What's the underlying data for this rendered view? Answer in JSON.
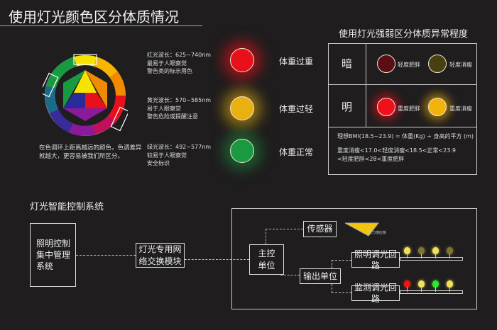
{
  "title": "使用灯光颜色区分体质情况",
  "color_wheel": {
    "caption": "在色调环上距离越远的颜色，色调差异\n就越大，更容易被我们所区分。"
  },
  "lights": [
    {
      "desc": "红光波长：625~740nm\n最易于人眼察觉\n警告类的标示用色",
      "label": "体重过重",
      "color": "#e8101a"
    },
    {
      "desc": "黄光波长：570~585nm\n易于人眼察觉\n警告危险或提醒注意",
      "label": "体重过轻",
      "color": "#e8b010"
    },
    {
      "desc": "绿光波长：492~577nm\n较易于人眼察觉\n安全标识",
      "label": "体重正常",
      "color": "#1a9a40"
    }
  ],
  "intensity": {
    "title": "使用灯光强弱区分体质异常程度",
    "rows": [
      {
        "label": "暗",
        "items": [
          {
            "text": "轻度肥胖",
            "color": "#5a0f14"
          },
          {
            "text": "轻度消瘦",
            "color": "#4a3f10"
          }
        ]
      },
      {
        "label": "明",
        "items": [
          {
            "text": "重度肥胖",
            "color": "#f0101c"
          },
          {
            "text": "重度消瘦",
            "color": "#f2b40c"
          }
        ]
      }
    ],
    "formula": "理想BMI(18.5~23.9) = 体重(Kg) ÷ 身高的平方 (m)",
    "ranges": "重度消瘦<17.0<轻度消瘦<18.5<正常<23.9\n<轻度肥胖<28<重度肥胖"
  },
  "system": {
    "title": "灯光智能控制系统",
    "central": "照明控制\n集中管理\n系统",
    "switch": "灯光专用网\n络交换模块",
    "main": "主控\n单位",
    "sensor": "传感器",
    "sensor_plate": "压力感应板",
    "output": "输出单位",
    "lighting": "照明调光回路",
    "monitor": "监测调光回路",
    "lighting_bulbs": [
      "#f3e15a",
      "#7d7530",
      "#f3e15a",
      "#7d7530"
    ],
    "monitor_bulbs": [
      "#e81a10",
      "#f3e15a",
      "#2ee82a",
      "#f3e15a"
    ]
  }
}
